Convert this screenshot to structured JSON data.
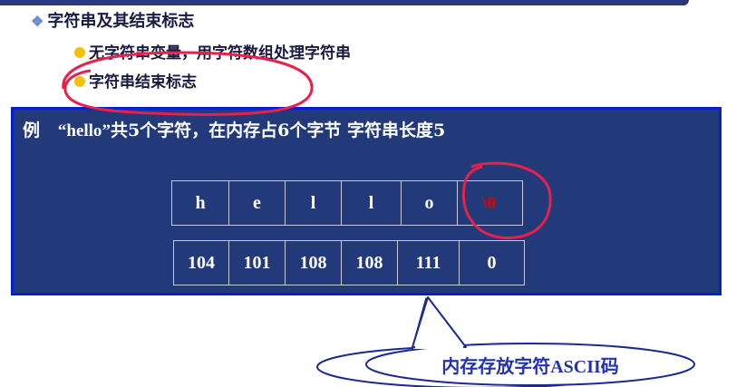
{
  "bullets": {
    "heading": "字符串及其结束标志",
    "items": [
      "无字符串变量，用字符数组处理字符串",
      "字符串结束标志"
    ]
  },
  "example": {
    "prefix": "例",
    "open_quote": "“",
    "word": "hello",
    "close_quote": "”",
    "text": "共5个字符，在内存占6个字节  字符串长度5",
    "chars": [
      "h",
      "e",
      "l",
      "l",
      "o",
      "\\0"
    ],
    "codes": [
      "104",
      "101",
      "108",
      "108",
      "111",
      "0"
    ]
  },
  "callout": {
    "label": "内存存放字符ASCII码"
  },
  "colors": {
    "panel_bg": "#22397a",
    "panel_border": "#0022cc",
    "annotation_red": "#e8204a",
    "bullet_yellow": "#f2c200",
    "null_char": "#e00000"
  }
}
